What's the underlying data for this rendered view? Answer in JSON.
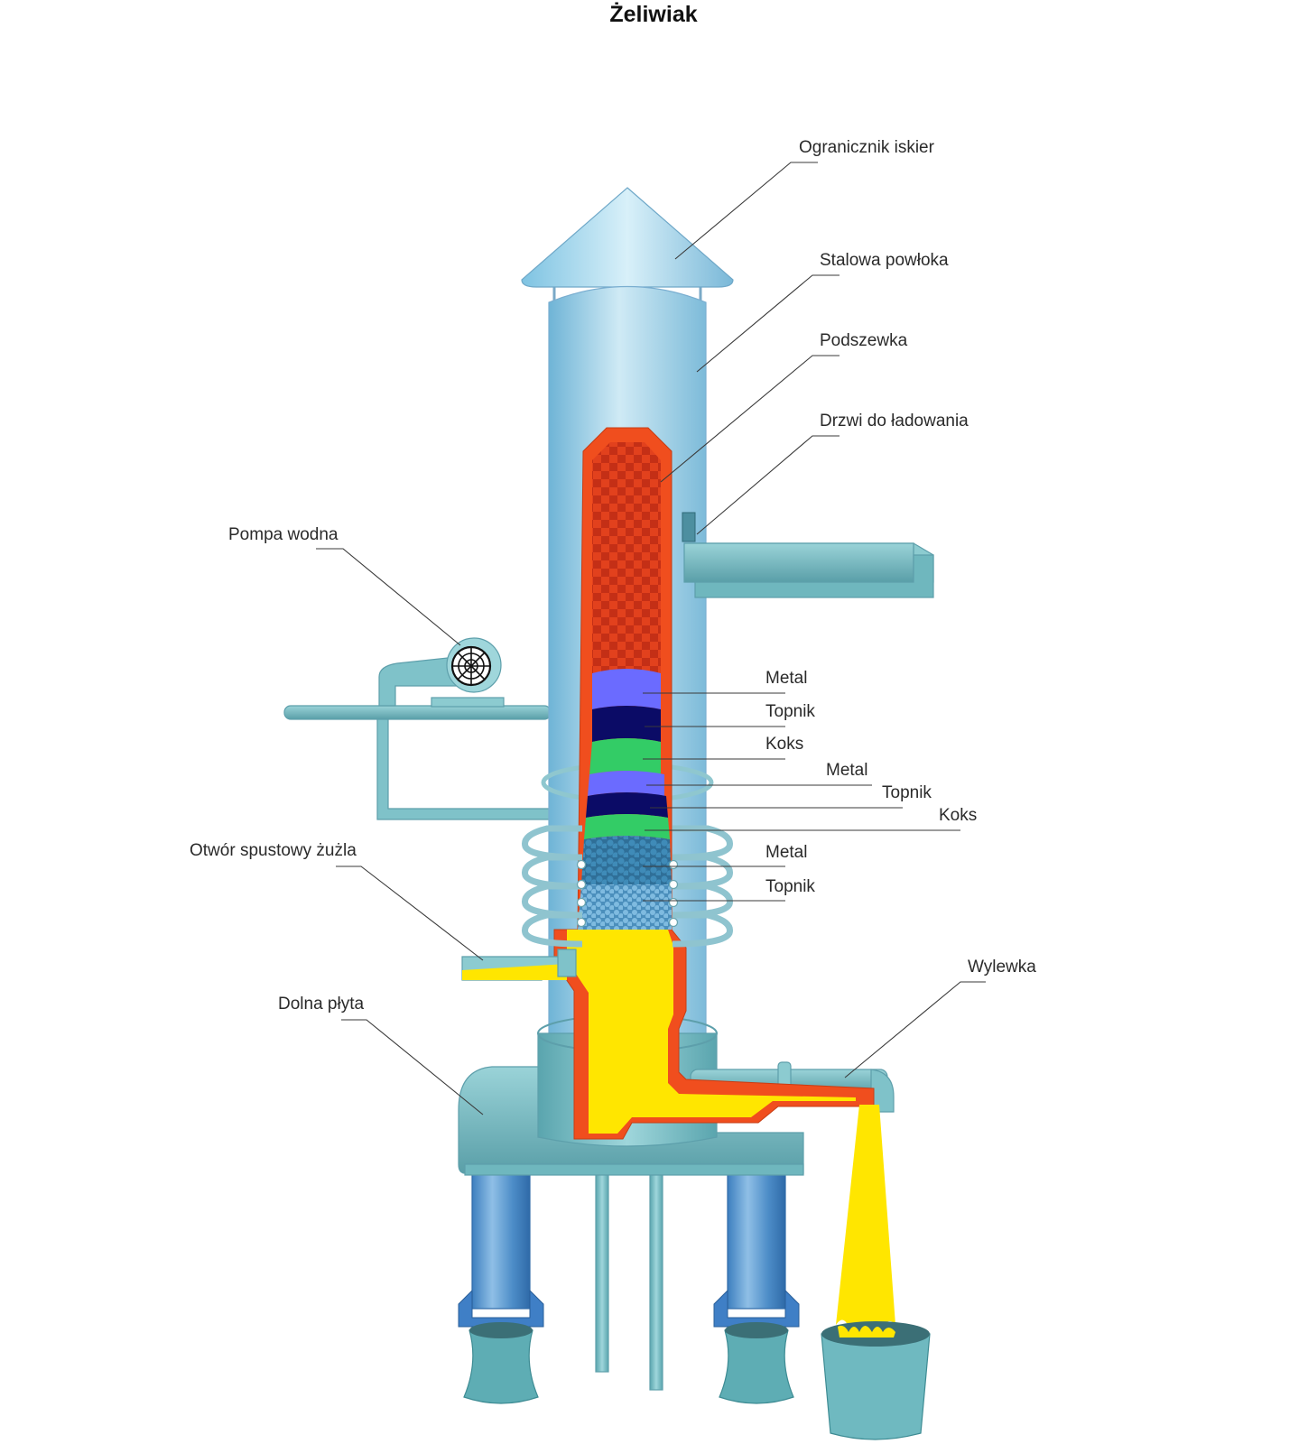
{
  "title": "Żeliwiak",
  "labels": {
    "spark_arrester": "Ogranicznik iskier",
    "steel_shell": "Stalowa powłoka",
    "lining": "Podszewka",
    "charging_door": "Drzwi do ładowania",
    "water_pump": "Pompa wodna",
    "metal_1": "Metal",
    "flux_1": "Topnik",
    "coke_1": "Koks",
    "metal_2": "Metal",
    "flux_2": "Topnik",
    "coke_2": "Koks",
    "metal_3": "Metal",
    "flux_3": "Topnik",
    "slag_tap": "Otwór spustowy żużla",
    "bottom_plate": "Dolna płyta",
    "spout": "Wylewka"
  },
  "colors": {
    "shell": "#a9d6e6",
    "steel": "#7fc2c9",
    "lining": "#f04e1e",
    "charge_bricks": "#d93a1c",
    "metal": "#6b6bff",
    "flux": "#0b0b66",
    "coke": "#33cc66",
    "molten_iron": "#ffe600",
    "cast_iron_blue": "#3f88c5"
  }
}
